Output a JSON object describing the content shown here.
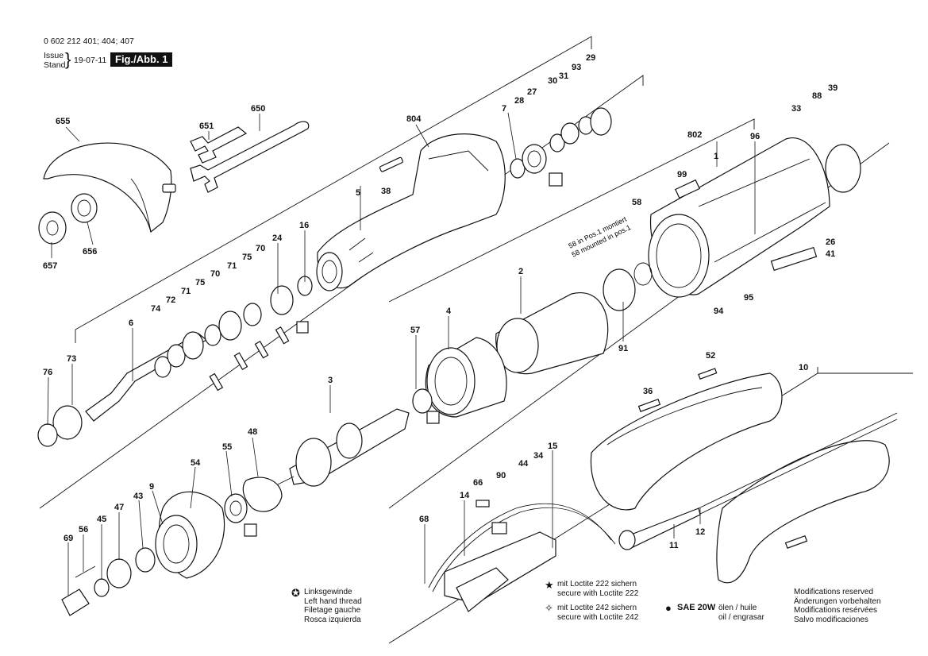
{
  "header": {
    "part_numbers": "0 602 212 401; 404; 407",
    "issue_label": "Issue",
    "stand_label": "Stand",
    "date": "19-07-11",
    "figure": "Fig./Abb. 1"
  },
  "callouts": {
    "c655": "655",
    "c651": "651",
    "c650": "650",
    "c657": "657",
    "c656": "656",
    "c804": "804",
    "c5": "5",
    "c38": "38",
    "c7": "7",
    "c28": "28",
    "c27": "27",
    "c30": "30",
    "c31": "31",
    "c93": "93",
    "c29": "29",
    "c16": "16",
    "c24": "24",
    "c70a": "70",
    "c75a": "75",
    "c71a": "71",
    "c70b": "70",
    "c75b": "75",
    "c71b": "71",
    "c72": "72",
    "c74": "74",
    "c6": "6",
    "c73": "73",
    "c76": "76",
    "c802": "802",
    "c1": "1",
    "c96": "96",
    "c99": "99",
    "c33": "33",
    "c88": "88",
    "c39": "39",
    "c58": "58",
    "c26": "26",
    "c41": "41",
    "c95": "95",
    "c94": "94",
    "c2": "2",
    "c4": "4",
    "c57": "57",
    "c91": "91",
    "c3": "3",
    "c52": "52",
    "c10": "10",
    "c36": "36",
    "c55": "55",
    "c48": "48",
    "c54": "54",
    "c9": "9",
    "c43": "43",
    "c47": "47",
    "c45": "45",
    "c56": "56",
    "c69": "69",
    "c66": "66",
    "c90": "90",
    "c44": "44",
    "c34": "34",
    "c15": "15",
    "c14": "14",
    "c68": "68",
    "c11": "11",
    "c12": "12"
  },
  "mount_note": {
    "de": "58 in Pos.1 montiert",
    "en": "58 mounted in pos.1"
  },
  "legend": {
    "left_hand": [
      "Linksgewinde",
      "Left hand thread",
      "Filetage gauche",
      "Rosca izquierda"
    ],
    "loctite222": [
      "mit Loctite 222 sichern",
      "secure with Loctite 222"
    ],
    "loctite242": [
      "mit Loctite 242 sichern",
      "secure with Loctite 242"
    ],
    "oil_code": "SAE 20W",
    "oil_text": [
      "ölen / huile",
      "oil / engrasar"
    ],
    "modifications": [
      "Modifications reserved",
      "Änderungen vorbehalten",
      "Modifications resérvées",
      "Salvo modificaciones"
    ]
  }
}
